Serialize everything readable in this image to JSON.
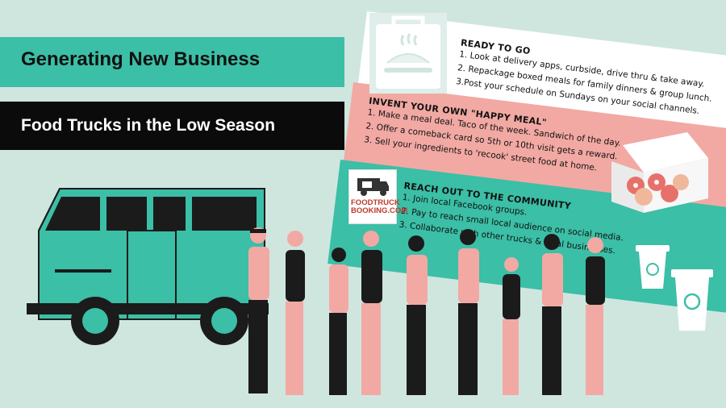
{
  "header": {
    "title": "Generating New Business",
    "subtitle": "Food Trucks in the Low Season"
  },
  "sections": {
    "ready_to_go": {
      "heading": "READY TO GO",
      "items": [
        "1. Look at delivery apps, curbside, drive thru & take away.",
        "2. Repackage boxed meals for family dinners & group lunch.",
        "3.Post your schedule on Sundays on your social channels."
      ]
    },
    "happy_meal": {
      "heading": "INVENT YOUR OWN \"HAPPY MEAL\"",
      "items": [
        "1. Make a meal deal. Taco of the week. Sandwich of the day.",
        "2. Offer a comeback card so 5th or 10th visit gets a reward.",
        "3. Sell your ingredients to 'recook' street food at home."
      ]
    },
    "community": {
      "heading": "REACH OUT TO THE COMMUNITY",
      "items": [
        "1. Join local Facebook groups.",
        "2. Pay to reach small local audience on social media.",
        "3. Collaborate with other trucks & local businesses."
      ]
    }
  },
  "logo": {
    "line1": "FOODTRUCK",
    "line2": "BOOKING.COM"
  },
  "icons": [
    "takeout-meal-icon",
    "donut-box-icon",
    "coffee-cup-icon",
    "food-truck-icon",
    "crowd-illustration"
  ],
  "colors": {
    "background": "#cfe6df",
    "teal": "#3bbfa6",
    "pink": "#f2a9a3",
    "black": "#0b0b0b",
    "red": "#c0392b"
  }
}
